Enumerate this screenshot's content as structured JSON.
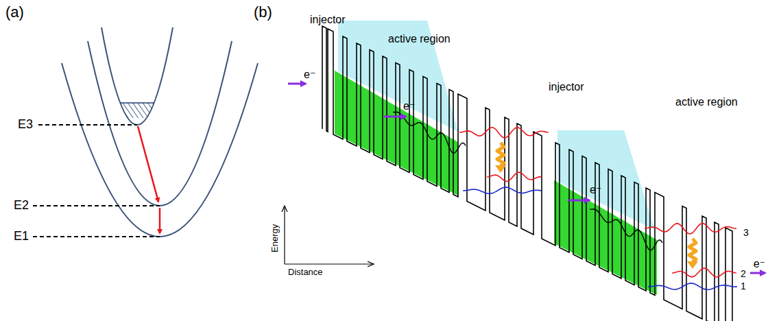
{
  "diagram": {
    "labels": [
      "(a)",
      "(b)",
      "E3",
      "E2",
      "E1",
      "injector",
      "active region",
      "injector",
      "active region",
      "Energy",
      "Distance",
      "e⁻",
      "e⁻",
      "e⁻",
      "e⁻",
      "3",
      "2",
      "1"
    ]
  }
}
